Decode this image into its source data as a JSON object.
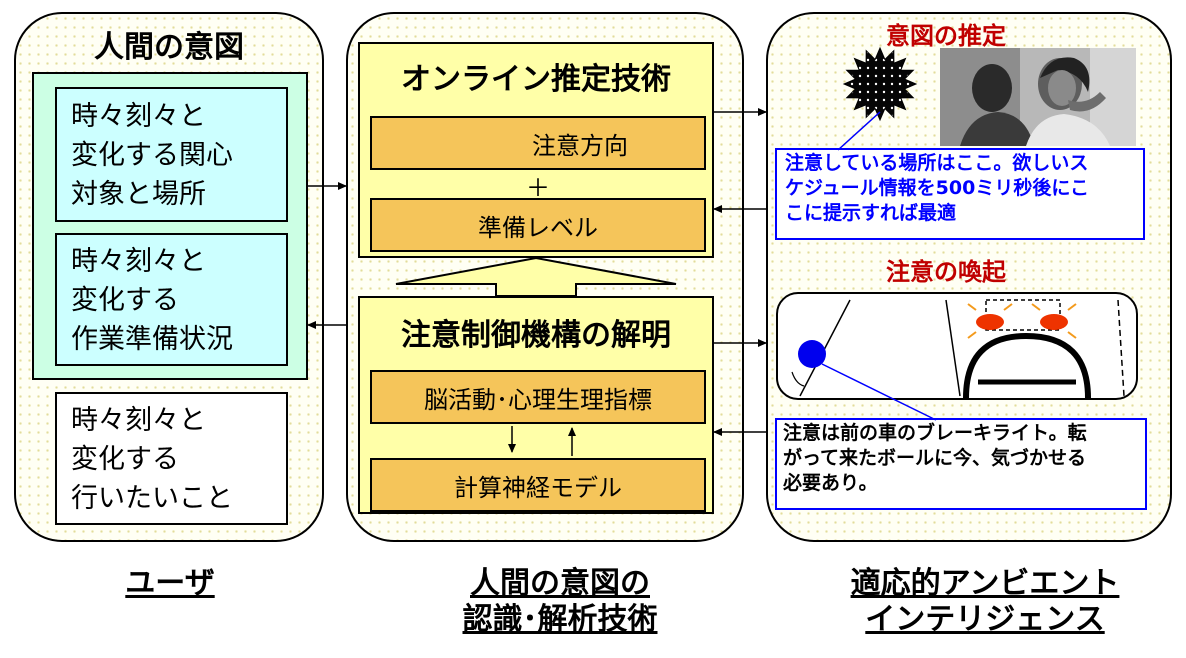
{
  "left": {
    "title": "人間の意図",
    "box1": [
      "時々刻々と",
      "変化する関心",
      "対象と場所"
    ],
    "box2": [
      "時々刻々と",
      "変化する",
      "作業準備状況"
    ],
    "box3": [
      "時々刻々と",
      "変化する",
      "行いたいこと"
    ]
  },
  "center": {
    "top_title": "オンライン推定技術",
    "attention_direction": "注意方向",
    "plus": "＋",
    "readiness_level": "準備レベル",
    "bottom_title": "注意制御機構の解明",
    "brain_activity": "脳活動･心理生理指標",
    "neural_model": "計算神経モデル"
  },
  "right": {
    "estimation_title": "意図の推定",
    "estimation_note": [
      "注意している場所はここ。欲しいス",
      "ケジュール情報を500ミリ秒後にこ",
      "こに提示すれば最適"
    ],
    "arousal_title": "注意の喚起",
    "arousal_note": [
      "注意は前の車のブレーキライト。転",
      "がって来たボールに今、気づかせる",
      "必要あり。"
    ]
  },
  "captions": {
    "user": "ユーザ",
    "recognition": [
      "人間の意図の",
      "認識･解析技術"
    ],
    "ambient": [
      "適応的アンビエント",
      "インテリジェンス"
    ]
  },
  "colors": {
    "orange_box": "#f5c55a",
    "yellow_box": "#ffffa8",
    "green_box": "#ccffe4",
    "cyan_box": "#ccffff",
    "title_red": "#c00000",
    "note_blue": "#0000ff",
    "dot_pattern": "#e2dc9a"
  },
  "icons": [
    "starburst-icon",
    "people-photo",
    "car-interior-illustration",
    "steering-wheel-icon",
    "brake-light-icon",
    "ball-icon"
  ]
}
